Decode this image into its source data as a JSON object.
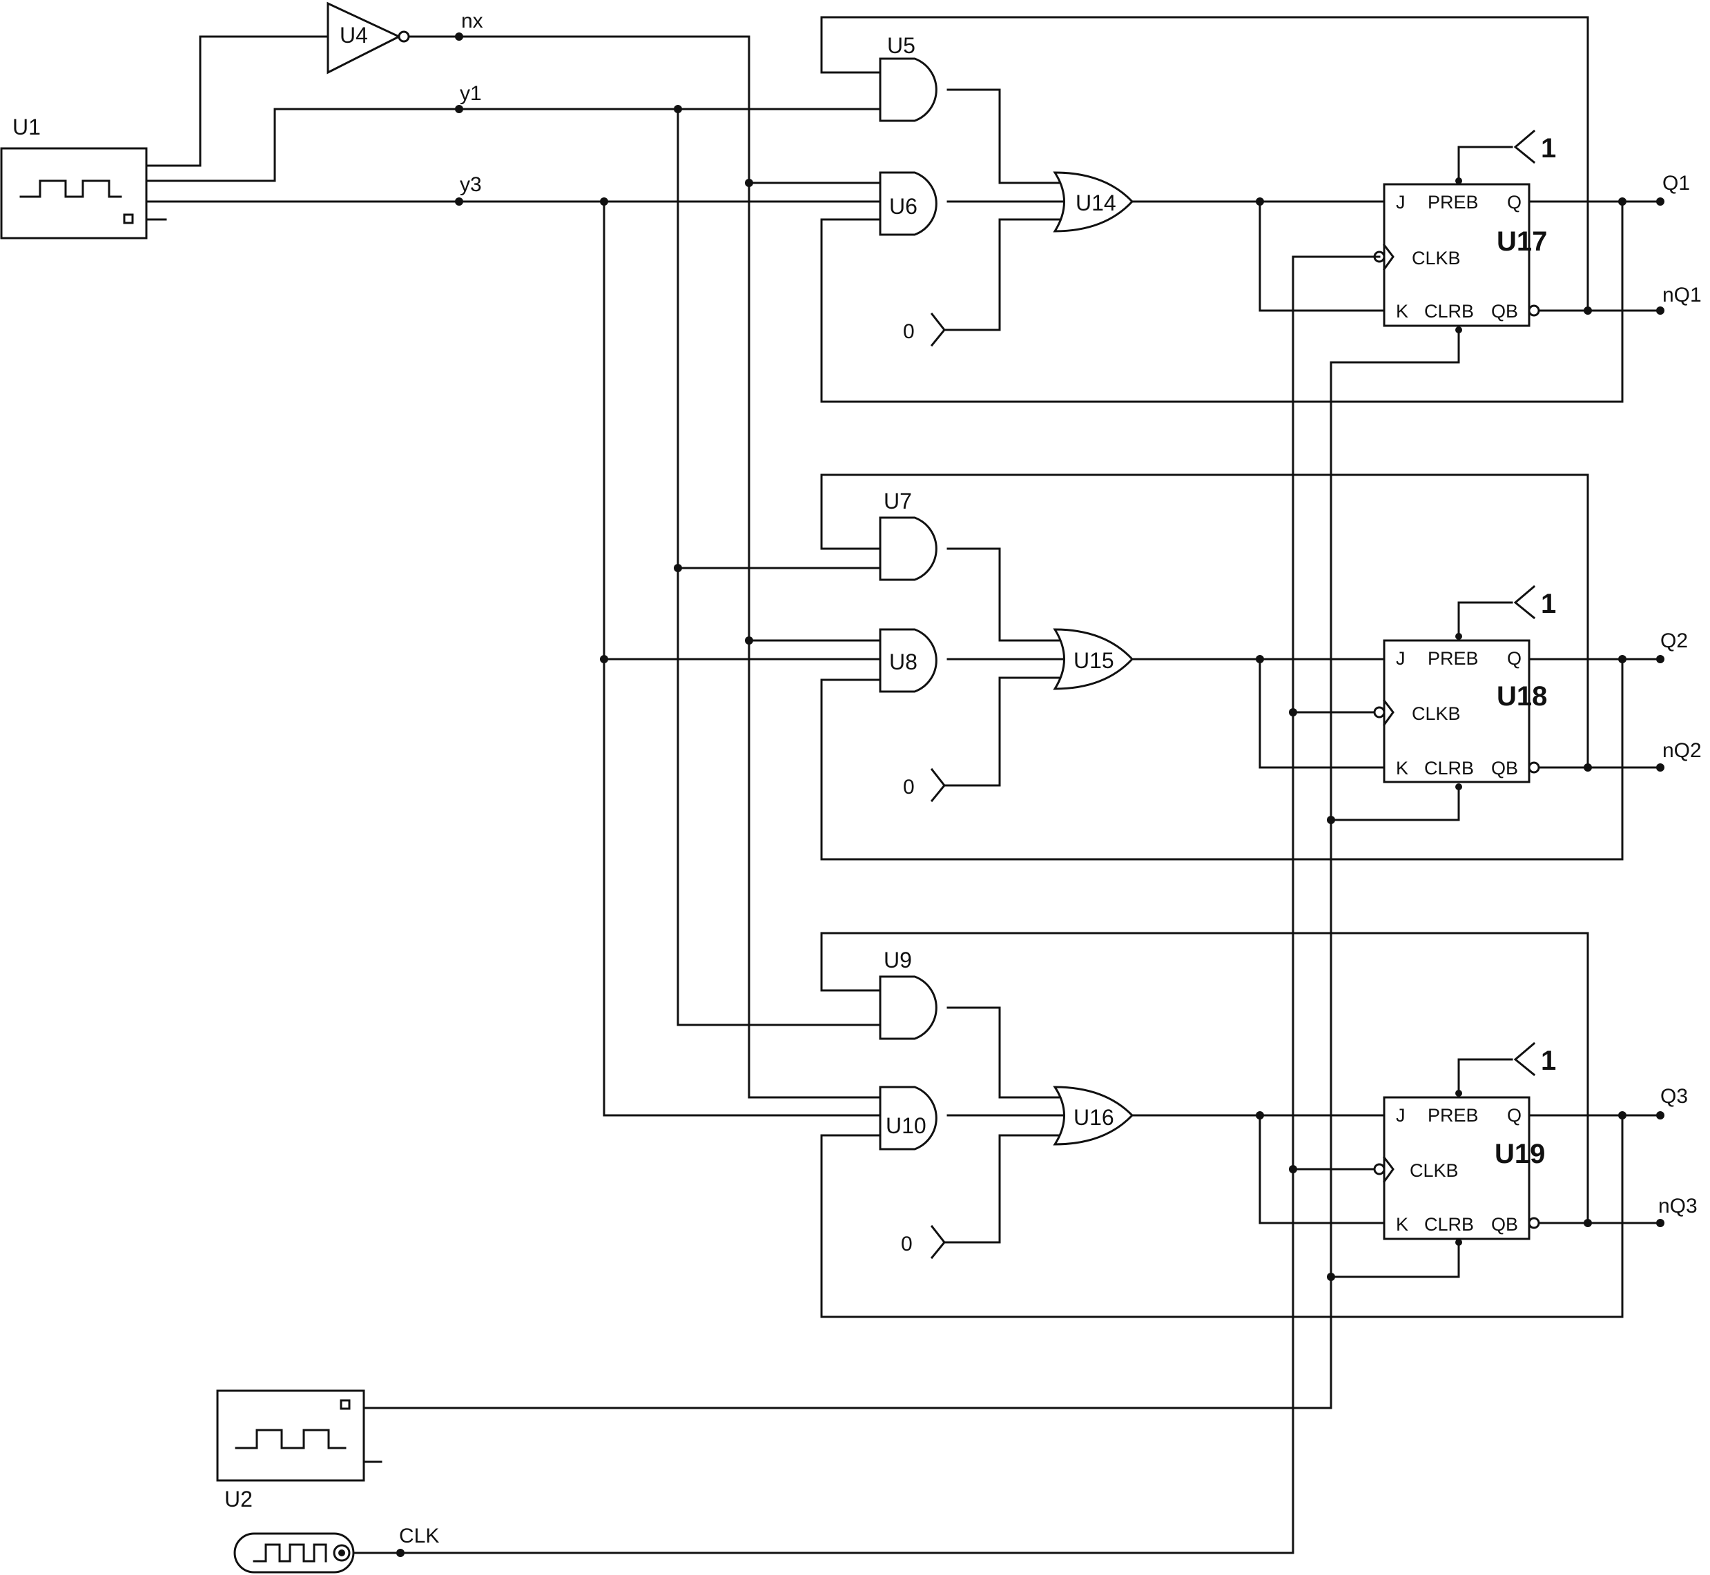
{
  "components": {
    "source_word": "U1",
    "source_clk2": "U2",
    "inverter": "U4",
    "and_gates": [
      "U5",
      "U6",
      "U7",
      "U8",
      "U9",
      "U10"
    ],
    "or_gates": [
      "U14",
      "U15",
      "U16"
    ],
    "flipflops": [
      "U17",
      "U18",
      "U19"
    ]
  },
  "nets": {
    "nx": "nx",
    "y1": "y1",
    "y3": "y3",
    "clk": "CLK",
    "q": [
      "Q1",
      "Q2",
      "Q3"
    ],
    "nq": [
      "nQ1",
      "nQ2",
      "nQ3"
    ]
  },
  "constants": {
    "one": "1",
    "zero": "0"
  },
  "pins": {
    "j": "J",
    "preb": "PREB",
    "q": "Q",
    "clkb": "CLKB",
    "k": "K",
    "clrb": "CLRB",
    "qb": "QB"
  }
}
